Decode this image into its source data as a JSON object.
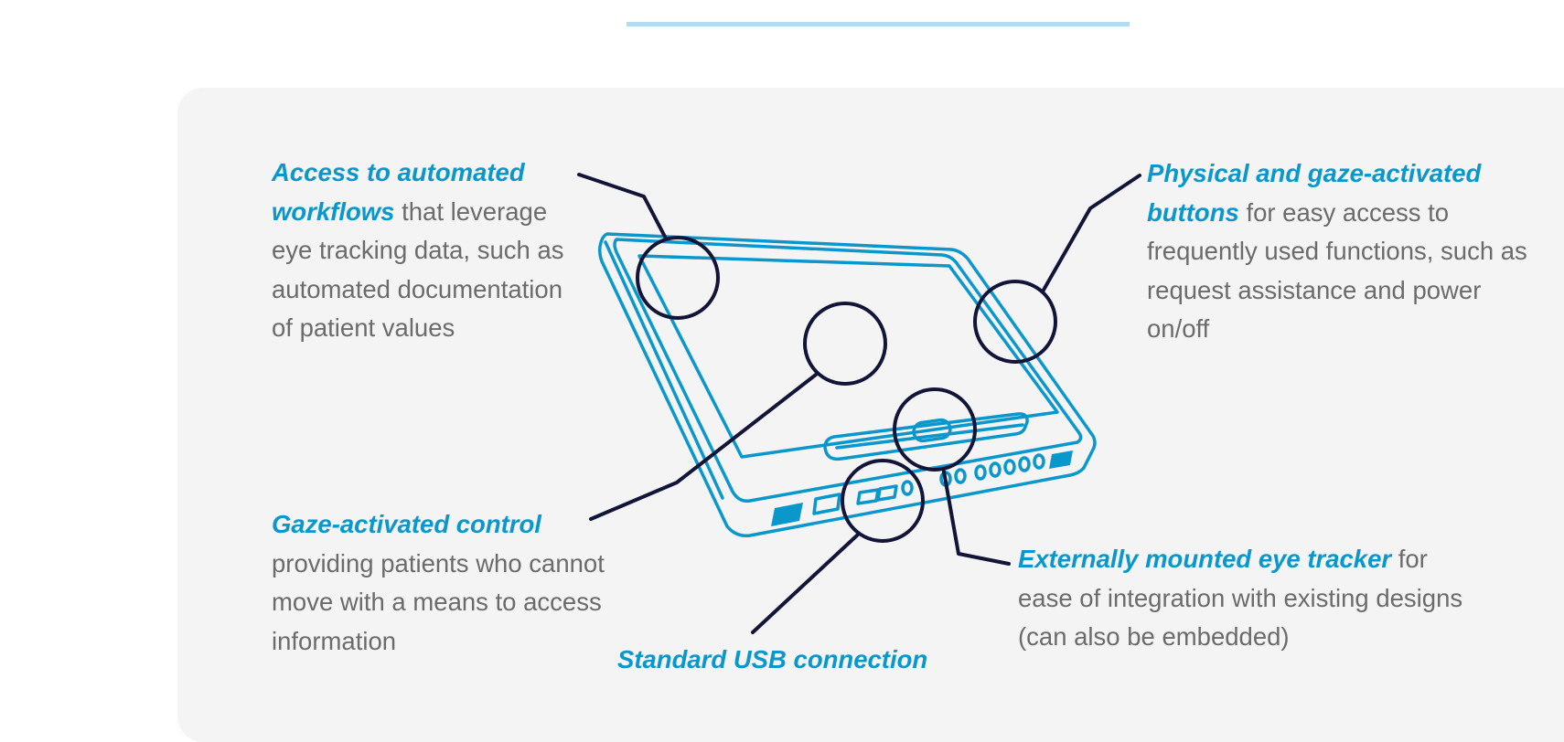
{
  "callouts": {
    "workflows": {
      "highlight": "Access to automated workflows",
      "text": " that leverage eye tracking data, such as automated documentation of patient values"
    },
    "buttons": {
      "highlight": "Physical and gaze-activated buttons",
      "text": " for easy access to frequently used functions, such as request assistance and power on/off"
    },
    "gaze": {
      "highlight": "Gaze-activated control",
      "text": " providing patients who cannot move with a means to access information"
    },
    "tracker": {
      "highlight": "Externally mounted eye tracker",
      "text": " for ease of integration with existing designs (can also be embedded)"
    },
    "usb": {
      "highlight": "Standard USB connection",
      "text": ""
    }
  },
  "colors": {
    "accent": "#0a97cc",
    "body_text": "#6b6b6b",
    "leader_lines": "#121538",
    "panel_bg": "#f4f4f4",
    "top_rule": "#b3dcef"
  },
  "icons": [
    "tablet-device-illustration"
  ]
}
